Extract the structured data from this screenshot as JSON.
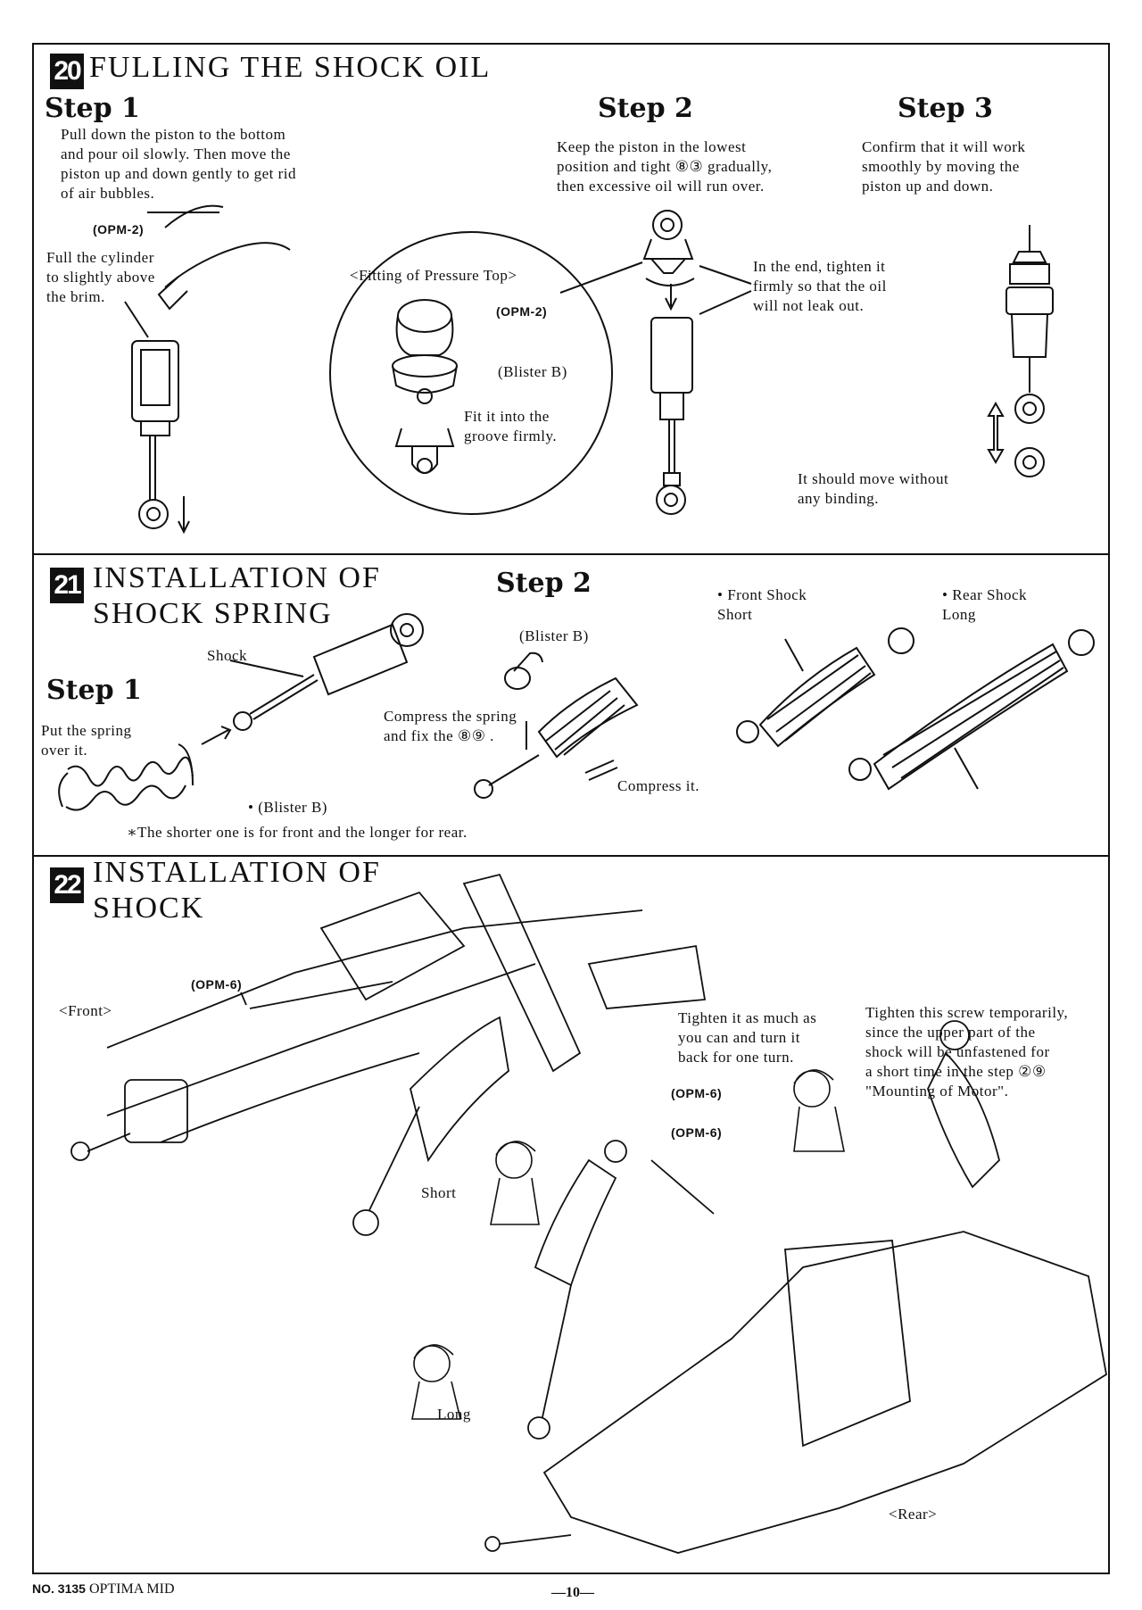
{
  "page": {
    "model_label": "NO. 3135",
    "model_name": "OPTIMA MID",
    "page_number": "—10—"
  },
  "section20": {
    "number": "20",
    "title": "FULLING THE SHOCK OIL",
    "step1": {
      "label": "Step 1",
      "text": "Pull down the piston to the bottom\nand pour oil slowly. Then move the\npiston up and down gently to get rid\nof air bubbles.",
      "part_label": "(OPM-2)",
      "fill_text": "Full the cylinder\nto slightly above\nthe brim."
    },
    "step2": {
      "label": "Step 2",
      "text": "Keep the piston in the lowest\nposition and tight ⑧③ gradually,\nthen excessive oil will run over.",
      "fitting_title": "<Fitting of Pressure Top>",
      "part84": "(OPM-2)",
      "part83": "(Blister B)",
      "fit_text": "Fit it into the\ngroove firmly.",
      "tighten_text": "In the end, tighten it\nfirmly so that the oil\nwill not leak out."
    },
    "step3": {
      "label": "Step 3",
      "text": "Confirm that it will work\nsmoothly by moving the\npiston up and down.",
      "note": "It should move without\nany binding."
    }
  },
  "section21": {
    "number": "21",
    "title_line1": "INSTALLATION OF",
    "title_line2": "SHOCK SPRING",
    "shock_label": "Shock",
    "step1": {
      "label": "Step 1",
      "text": "Put the spring\nover it."
    },
    "parts_label": "• (Blister B)",
    "footnote": "∗The shorter one is for front and the longer for rear.",
    "step2": {
      "label": "Step 2",
      "part89": "(Blister B)",
      "text": "Compress the spring\nand fix the ⑧⑨ .",
      "compress": "Compress it."
    },
    "front": "• Front Shock\n   Short",
    "rear": "• Rear Shock\n   Long"
  },
  "section22": {
    "number": "22",
    "title_line1": "INSTALLATION OF",
    "title_line2": "SHOCK",
    "front_label": "<Front>",
    "rear_label": "<Rear>",
    "opm6_a": "(OPM-6)",
    "opm6_b": "(OPM-6)",
    "opm6_c": "(OPM-6)",
    "tighten_text": "Tighten it as much as\nyou can and turn it\nback for one turn.",
    "screw_text": "Tighten this screw temporarily,\nsince the upper part of the\nshock will be unfastened for\na short time in the step ②⑨\n\"Mounting of Motor\".",
    "short_label": "Short",
    "long_label": "Long"
  }
}
